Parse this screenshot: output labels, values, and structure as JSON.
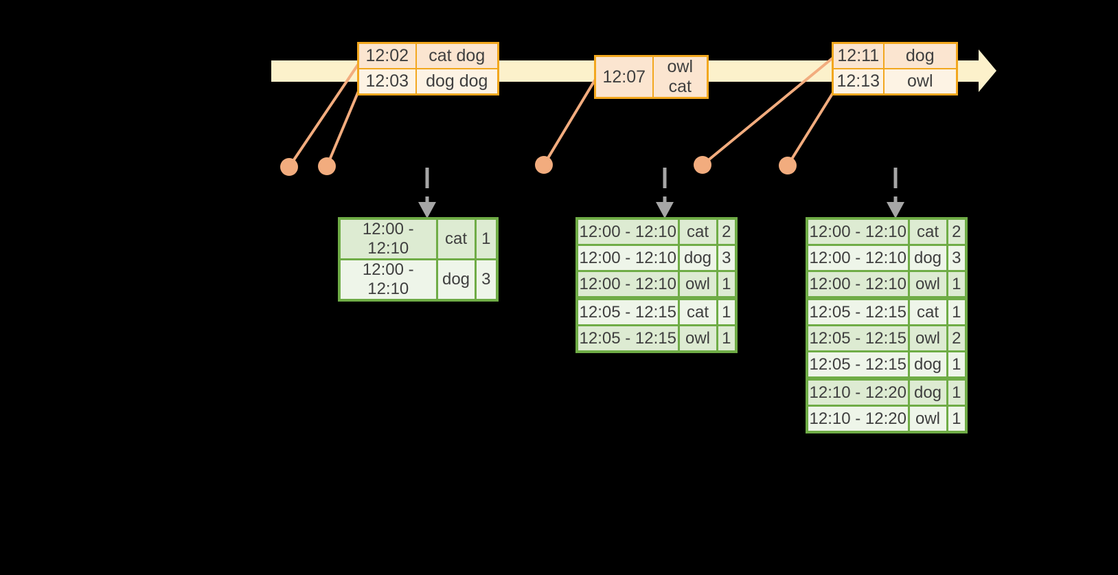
{
  "palette": {
    "background": "#000000",
    "timeline_fill": "#FCF1CB",
    "gold_border": "#F2A71E",
    "event_row_peach": "#FBE5D0",
    "event_row_cream": "#FDF3E4",
    "connector_salmon": "#F2AC7E",
    "trigger_gray": "#A6A6A6",
    "result_border_green": "#6FAC46",
    "result_row_green": "#DDEBD2",
    "result_row_light": "#EEF5E9",
    "text_ink": "#3F3F3F"
  },
  "event_tables": [
    {
      "id": "batch-1",
      "rows": [
        {
          "time": "12:02",
          "words": "cat dog"
        },
        {
          "time": "12:03",
          "words": "dog dog"
        }
      ]
    },
    {
      "id": "batch-2",
      "rows": [
        {
          "time": "12:07",
          "words": "owl cat"
        }
      ]
    },
    {
      "id": "batch-3",
      "rows": [
        {
          "time": "12:11",
          "words": "dog"
        },
        {
          "time": "12:13",
          "words": "owl"
        }
      ]
    }
  ],
  "result_tables": [
    {
      "id": "result-1",
      "rows": [
        {
          "window": "12:00 - 12:10",
          "word": "cat",
          "count": "1"
        },
        {
          "window": "12:00 - 12:10",
          "word": "dog",
          "count": "3"
        }
      ]
    },
    {
      "id": "result-2",
      "rows": [
        {
          "window": "12:00 - 12:10",
          "word": "cat",
          "count": "2"
        },
        {
          "window": "12:00 - 12:10",
          "word": "dog",
          "count": "3"
        },
        {
          "window": "12:00 - 12:10",
          "word": "owl",
          "count": "1"
        },
        {
          "window": "12:05 - 12:15",
          "word": "cat",
          "count": "1"
        },
        {
          "window": "12:05 - 12:15",
          "word": "owl",
          "count": "1"
        }
      ]
    },
    {
      "id": "result-3",
      "rows": [
        {
          "window": "12:00 - 12:10",
          "word": "cat",
          "count": "2"
        },
        {
          "window": "12:00 - 12:10",
          "word": "dog",
          "count": "3"
        },
        {
          "window": "12:00 - 12:10",
          "word": "owl",
          "count": "1"
        },
        {
          "window": "12:05 - 12:15",
          "word": "cat",
          "count": "1"
        },
        {
          "window": "12:05 - 12:15",
          "word": "owl",
          "count": "2"
        },
        {
          "window": "12:05 - 12:15",
          "word": "dog",
          "count": "1"
        },
        {
          "window": "12:10 - 12:20",
          "word": "dog",
          "count": "1"
        },
        {
          "window": "12:10 - 12:20",
          "word": "owl",
          "count": "1"
        }
      ]
    }
  ]
}
